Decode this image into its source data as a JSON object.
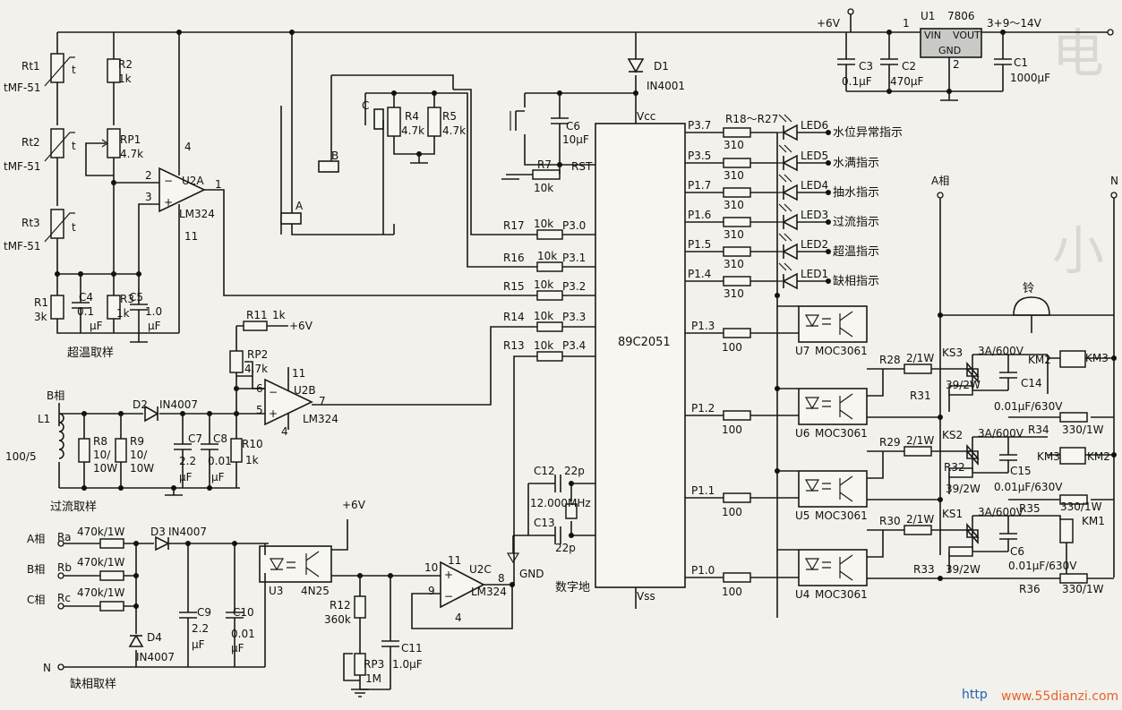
{
  "sections": {
    "overtemp": "超温取样",
    "overcurrent": "过流取样",
    "phase_loss": "缺相取样",
    "digital_ground": "数字地"
  },
  "supply": {
    "v6": "+6V",
    "v6b": "+6V",
    "v6c": "+6V",
    "vin_range": "3+9～14V"
  },
  "regulator": {
    "ref": "U1",
    "part": "7806",
    "vin": "VIN",
    "vout": "VOUT",
    "gnd": "GND",
    "pin1": "1",
    "pin2": "2",
    "pin3": "3"
  },
  "mcu": {
    "part": "89C2051",
    "vcc": "Vcc",
    "vss": "Vss",
    "rst": "RST",
    "pins_left": [
      "P3.0",
      "P3.1",
      "P3.2",
      "P3.3",
      "P3.4"
    ],
    "pins_right": [
      "P3.7",
      "P3.5",
      "P1.7",
      "P1.6",
      "P1.5",
      "P1.4",
      "P1.3",
      "P1.2",
      "P1.1",
      "P1.0"
    ]
  },
  "thermistors": [
    {
      "ref": "Rt1",
      "type": "tMF-51",
      "t": "t"
    },
    {
      "ref": "Rt2",
      "type": "tMF-51",
      "t": "t"
    },
    {
      "ref": "Rt3",
      "type": "tMF-51",
      "t": "t"
    }
  ],
  "components": {
    "R1": "R1",
    "R1v": "3k",
    "R2": "R2",
    "R2v": "1k",
    "RP1": "RP1",
    "RP1v": "4.7k",
    "R3": "R3",
    "R3v": "1k",
    "C4": "C4",
    "C4v": "0.1",
    "C4u": "μF",
    "C5": "C5",
    "C5v": "1.0",
    "C5u": "μF",
    "U2A": "U2A",
    "LM324a": "LM324",
    "pin4": "4",
    "pin11": "11",
    "pin2": "2",
    "pin3": "3",
    "pin1": "1",
    "R4": "R4",
    "R4v": "4.7k",
    "R5": "R5",
    "R5v": "4.7k",
    "probeA": "A",
    "probeB": "B",
    "probeC": "C",
    "D1": "D1",
    "D1v": "IN4001",
    "C6top": "C6",
    "C6topv": "10μF",
    "R7": "R7",
    "R7v": "10k",
    "R17": "R17",
    "R16": "R16",
    "R15": "R15",
    "R14": "R14",
    "R13": "R13",
    "r10k": "10k",
    "R11": "R11",
    "R11v": "1k",
    "RP2": "RP2",
    "RP2v": "4.7k",
    "U2B": "U2B",
    "LM324b": "LM324",
    "p11b": "11",
    "p6": "6",
    "p5": "5",
    "p7": "7",
    "p4b": "4",
    "Bphase": "B相",
    "L1": "L1",
    "L1v": "100/5",
    "D2": "D2",
    "D2v": "IN4007",
    "R8": "R8",
    "R8v1": "10/",
    "R8v2": "10W",
    "R9": "R9",
    "R9v1": "10/",
    "R9v2": "10W",
    "C7": "C7",
    "C7v": "2.2",
    "C7u": "μF",
    "C8": "C8",
    "C8v": "0.01",
    "C8u": "μF",
    "R10": "R10",
    "R10v": "1k",
    "C12": "C12",
    "C12v": "22p",
    "xtal": "12.000MHz",
    "C13": "C13",
    "C13v": "22p",
    "gnd": "GND",
    "Aphase": "A相",
    "Ra": "Ra",
    "Bp2": "B相",
    "Rb": "Rb",
    "Cphase": "C相",
    "Rc": "Rc",
    "Nline": "N",
    "r470": "470k/1W",
    "D3": "D3",
    "D3v": "IN4007",
    "D4": "D4",
    "D4v": "IN4007",
    "C9": "C9",
    "C9v": "2.2",
    "C9u": "μF",
    "C10": "C10",
    "C10v": "0.01",
    "C10u": "μF",
    "U3": "U3",
    "U3v": "4N25",
    "R12": "R12",
    "R12v": "360k",
    "RP3": "RP3",
    "RP3v": "1M",
    "C11": "C11",
    "C11v": "1.0μF",
    "U2C": "U2C",
    "LM324c": "LM324",
    "p10": "10",
    "p9": "9",
    "p11c": "11",
    "p8": "8",
    "p4c": "4",
    "C3": "C3",
    "C3v": "0.1μF",
    "C2": "C2",
    "C2v": "470μF",
    "C1": "C1",
    "C1v": "1000μF",
    "R18": "R18～R27",
    "r310": "310",
    "r100": "100",
    "Aphase2": "A相",
    "N2": "N",
    "bell": "铃",
    "U7": "U7",
    "U6": "U6",
    "U5": "U5",
    "U4": "U4",
    "moc": "MOC3061",
    "R28": "R28",
    "R29": "R29",
    "R30": "R30",
    "r2w": "2/1W",
    "KS3": "KS3",
    "KS2": "KS2",
    "KS1": "KS1",
    "triac": "3A/600V",
    "R31": "R31",
    "R32": "R32",
    "R33": "R33",
    "r39": "39/2W",
    "C14": "C14",
    "C15": "C15",
    "C6b": "C6",
    "csn": "0.01μF/630V",
    "R34": "R34",
    "R35": "R35",
    "R36": "R36",
    "r330": "330/1W",
    "KM1": "KM1",
    "KM2": "KM2",
    "KM3": "KM3"
  },
  "leds": [
    {
      "ref": "LED6",
      "label": "水位异常指示"
    },
    {
      "ref": "LED5",
      "label": "水满指示"
    },
    {
      "ref": "LED4",
      "label": "抽水指示"
    },
    {
      "ref": "LED3",
      "label": "过流指示"
    },
    {
      "ref": "LED2",
      "label": "超温指示"
    },
    {
      "ref": "LED1",
      "label": "缺相指示"
    }
  ],
  "watermark": {
    "http": "http",
    "site": "www.55dianzi.com"
  }
}
